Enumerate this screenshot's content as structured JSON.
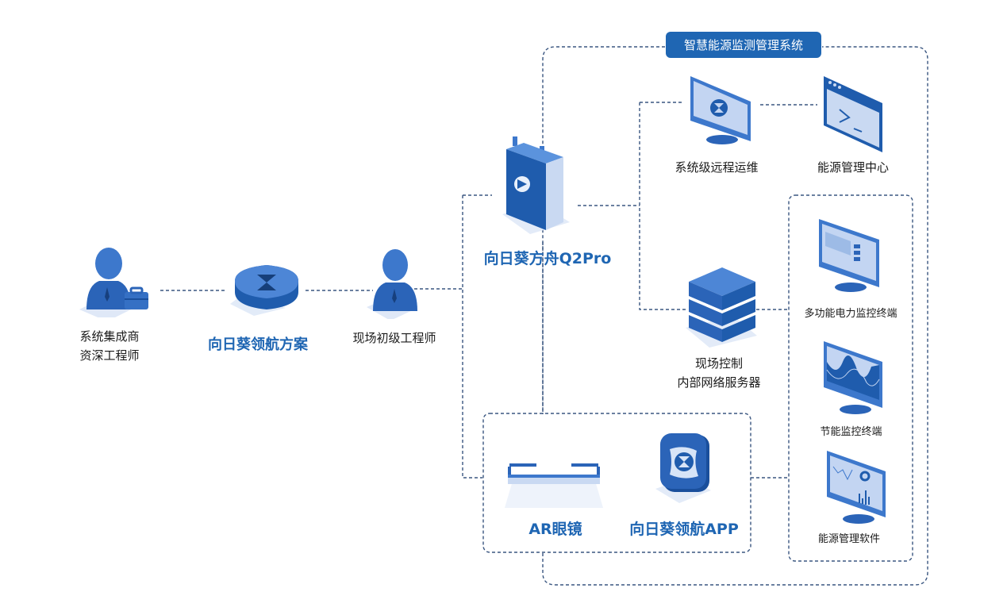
{
  "diagram": {
    "system_badge": "智慧能源监测管理系统",
    "nodes": {
      "integrator": {
        "line1": "系统集成商",
        "line2": "资深工程师",
        "icon": "engineer-with-toolbox-icon"
      },
      "solution": {
        "label": "向日葵领航方案",
        "icon": "solution-puck-icon"
      },
      "field_engineer": {
        "label": "现场初级工程师",
        "icon": "engineer-icon"
      },
      "gateway": {
        "label": "向日葵方舟Q2Pro",
        "icon": "router-device-icon"
      },
      "remote_ops": {
        "label": "系统级远程运维",
        "icon": "monitor-icon"
      },
      "energy_center": {
        "label": "能源管理中心",
        "icon": "terminal-window-icon"
      },
      "server": {
        "line1": "现场控制",
        "line2": "内部网络服务器",
        "icon": "server-stack-icon"
      },
      "power_terminal": {
        "label": "多功能电力监控终端",
        "icon": "dashboard-monitor-icon"
      },
      "saving_terminal": {
        "label": "节能监控终端",
        "icon": "waveform-monitor-icon"
      },
      "energy_software": {
        "label": "能源管理软件",
        "icon": "analytics-monitor-icon"
      },
      "ar_glasses": {
        "label": "AR眼镜",
        "icon": "ar-glasses-icon"
      },
      "app": {
        "label": "向日葵领航APP",
        "icon": "app-icon"
      }
    },
    "colors": {
      "brand_blue": "#1f66b3",
      "dark_blue": "#1a4f9c",
      "light_blue": "#c9d9f2",
      "line": "#3a5680"
    }
  }
}
